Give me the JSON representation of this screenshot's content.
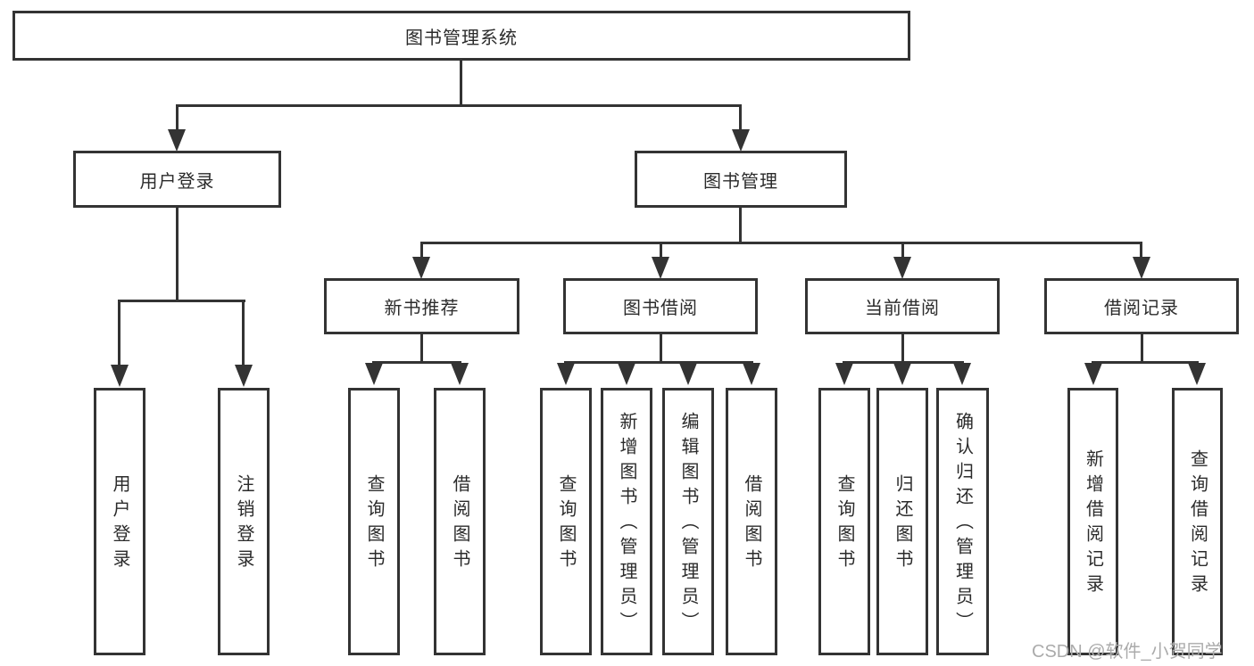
{
  "colors": {
    "line": "#333333",
    "box_border": "#333333",
    "box_background": "#ffffff",
    "text": "#2b2b2b",
    "watermark": "#ababab"
  },
  "tree": {
    "root": {
      "label": "图书管理系统"
    },
    "children": [
      {
        "label": "用户登录",
        "children": [
          {
            "label": "用户登录"
          },
          {
            "label": "注销登录"
          }
        ]
      },
      {
        "label": "图书管理",
        "children": [
          {
            "label": "新书推荐",
            "children": [
              {
                "label": "查询图书"
              },
              {
                "label": "借阅图书"
              }
            ]
          },
          {
            "label": "图书借阅",
            "children": [
              {
                "label": "查询图书"
              },
              {
                "label": "新增图书（管理员）"
              },
              {
                "label": "编辑图书（管理员）"
              },
              {
                "label": "借阅图书"
              }
            ]
          },
          {
            "label": "当前借阅",
            "children": [
              {
                "label": "查询图书"
              },
              {
                "label": "归还图书"
              },
              {
                "label": "确认归还（管理员）"
              }
            ]
          },
          {
            "label": "借阅记录",
            "children": [
              {
                "label": "新增借阅记录"
              },
              {
                "label": "查询借阅记录"
              }
            ]
          }
        ]
      }
    ]
  },
  "watermark": {
    "text": "CSDN @软件_小贺同学"
  }
}
